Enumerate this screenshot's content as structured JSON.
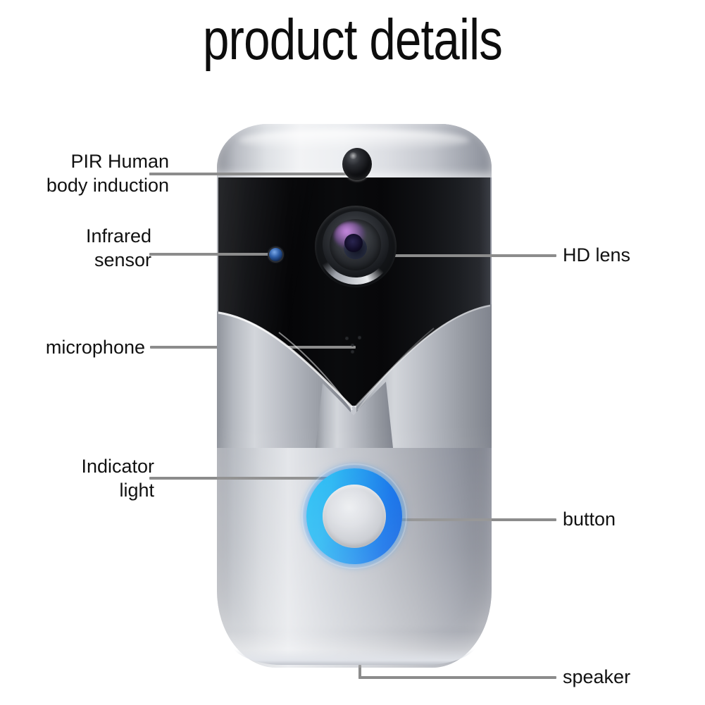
{
  "page": {
    "title": "product details",
    "background_color": "#ffffff",
    "product": "video doorbell camera"
  },
  "colors": {
    "text": "#111111",
    "leader_line": "#8c8c8c",
    "body_silver": "#c5c8ce",
    "face_black": "#0a0b0d",
    "led_ring_cyan": "#27c0f5",
    "led_ring_blue": "#0a5fe0",
    "lens_purple": "#b24be0",
    "lens_cyan": "#12e0f7"
  },
  "callouts": [
    {
      "id": "pir-human-body-induction",
      "label": "PIR Human\nbody induction",
      "side": "left",
      "target": "pir-dome-sensor"
    },
    {
      "id": "infrared-sensor",
      "label": "Infrared\nsensor",
      "side": "left",
      "target": "infrared-sensor-dot"
    },
    {
      "id": "microphone",
      "label": "microphone",
      "side": "left",
      "target": "microphone-holes"
    },
    {
      "id": "indicator-light",
      "label": "Indicator\nlight",
      "side": "left",
      "target": "led-indicator-ring"
    },
    {
      "id": "hd-lens",
      "label": "HD lens",
      "side": "right",
      "target": "camera-lens"
    },
    {
      "id": "button",
      "label": "button",
      "side": "right",
      "target": "doorbell-button"
    },
    {
      "id": "speaker",
      "label": "speaker",
      "side": "right",
      "target": "speaker-grille-bottom"
    }
  ],
  "device_parts": {
    "top_cap": "silver top bezel",
    "face_panel": "glossy black front panel",
    "v_wedge": "silver V-shaped wedge",
    "pir_dome": "PIR dome sensor",
    "ir_dot": "infrared sensor dot",
    "lens": "HD camera lens",
    "mic": "microphone holes",
    "button": "doorbell push button",
    "led_ring": "blue indicator LED ring",
    "bottom": "rounded bottom chin with speaker"
  }
}
